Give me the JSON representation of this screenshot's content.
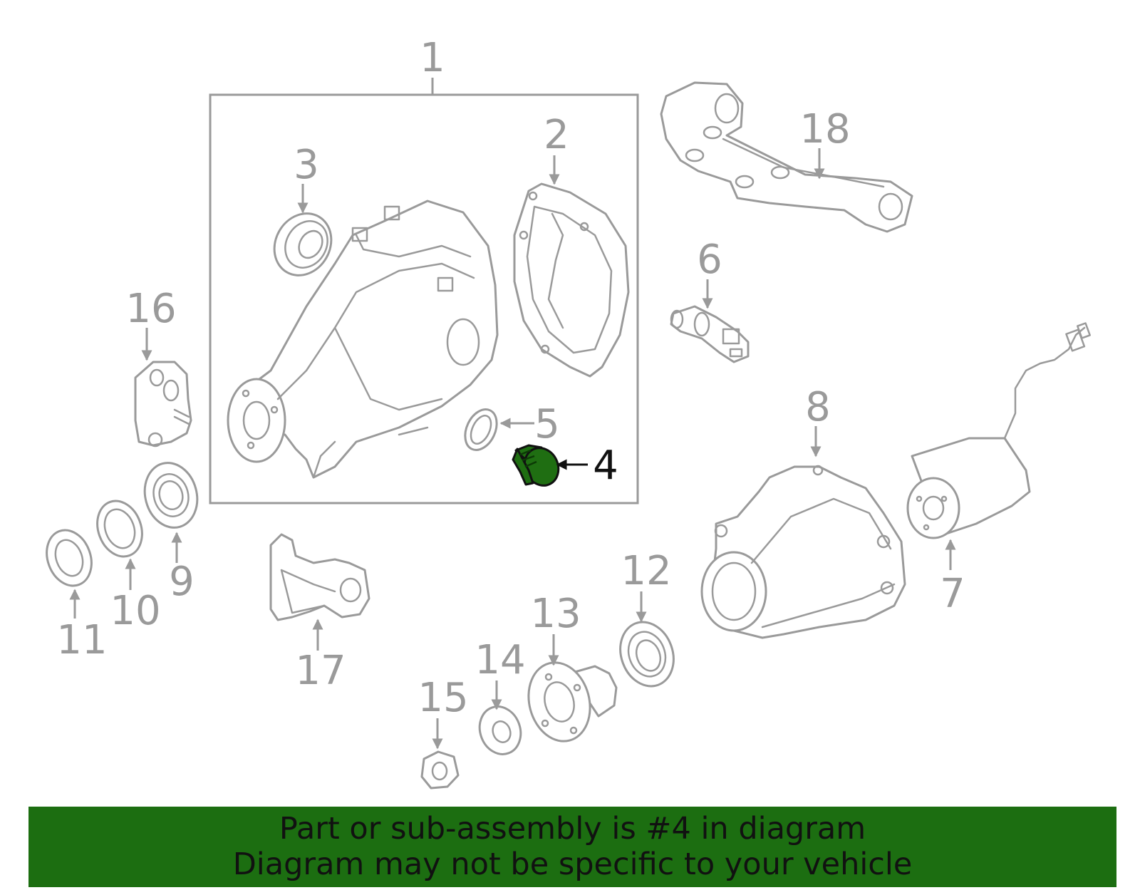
{
  "callouts": {
    "c1": "1",
    "c2": "2",
    "c3": "3",
    "c4": "4",
    "c5": "5",
    "c6": "6",
    "c7": "7",
    "c8": "8",
    "c9": "9",
    "c10": "10",
    "c11": "11",
    "c12": "12",
    "c13": "13",
    "c14": "14",
    "c15": "15",
    "c16": "16",
    "c17": "17",
    "c18": "18"
  },
  "highlighted_part": "4",
  "banner": {
    "line1": "Part or sub-assembly is #4 in diagram",
    "line2": "Diagram may not be specific to your vehicle"
  },
  "colors": {
    "banner_background": "#1c6e11",
    "highlight_fill": "#1f6e12",
    "line_art": "#9a9a9a"
  }
}
